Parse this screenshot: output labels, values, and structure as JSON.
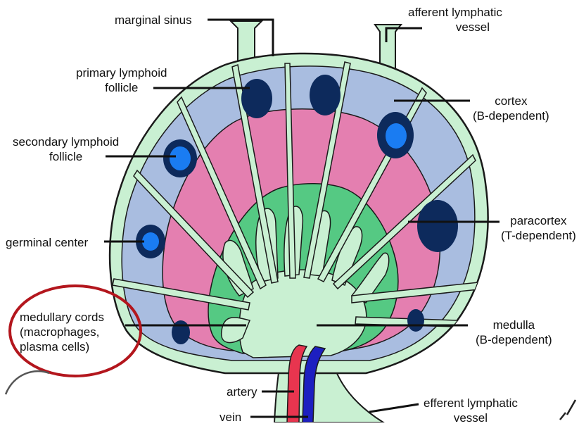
{
  "labels": {
    "marginal_sinus": "marginal sinus",
    "afferent": [
      "afferent lymphatic",
      "vessel"
    ],
    "primary_follicle": [
      "primary lymphoid",
      "follicle"
    ],
    "cortex": [
      "cortex",
      "(B-dependent)"
    ],
    "secondary_follicle": [
      "secondary lymphoid",
      "follicle"
    ],
    "paracortex": [
      "paracortex",
      "(T-dependent)"
    ],
    "germinal_center": "germinal center",
    "medullary_cords": [
      "medullary cords",
      "(macrophages,",
      "plasma cells)"
    ],
    "medulla": [
      "medulla",
      "(B-dependent)"
    ],
    "artery": "artery",
    "vein": "vein",
    "efferent": [
      "efferent lymphatic",
      "vessel"
    ]
  },
  "colors": {
    "capsule_sinus": "#c9f0d2",
    "outline": "#1a1a1a",
    "cortex": "#a9bde0",
    "follicle": "#0d2a5c",
    "germinal_center": "#1a7cf2",
    "paracortex": "#e47fb0",
    "medullary_cords": "#55c983",
    "artery": "#e8354f",
    "vein": "#1d1fc0",
    "highlight_circle": "#b3161d"
  },
  "icons": [
    "checkmark-icon"
  ]
}
